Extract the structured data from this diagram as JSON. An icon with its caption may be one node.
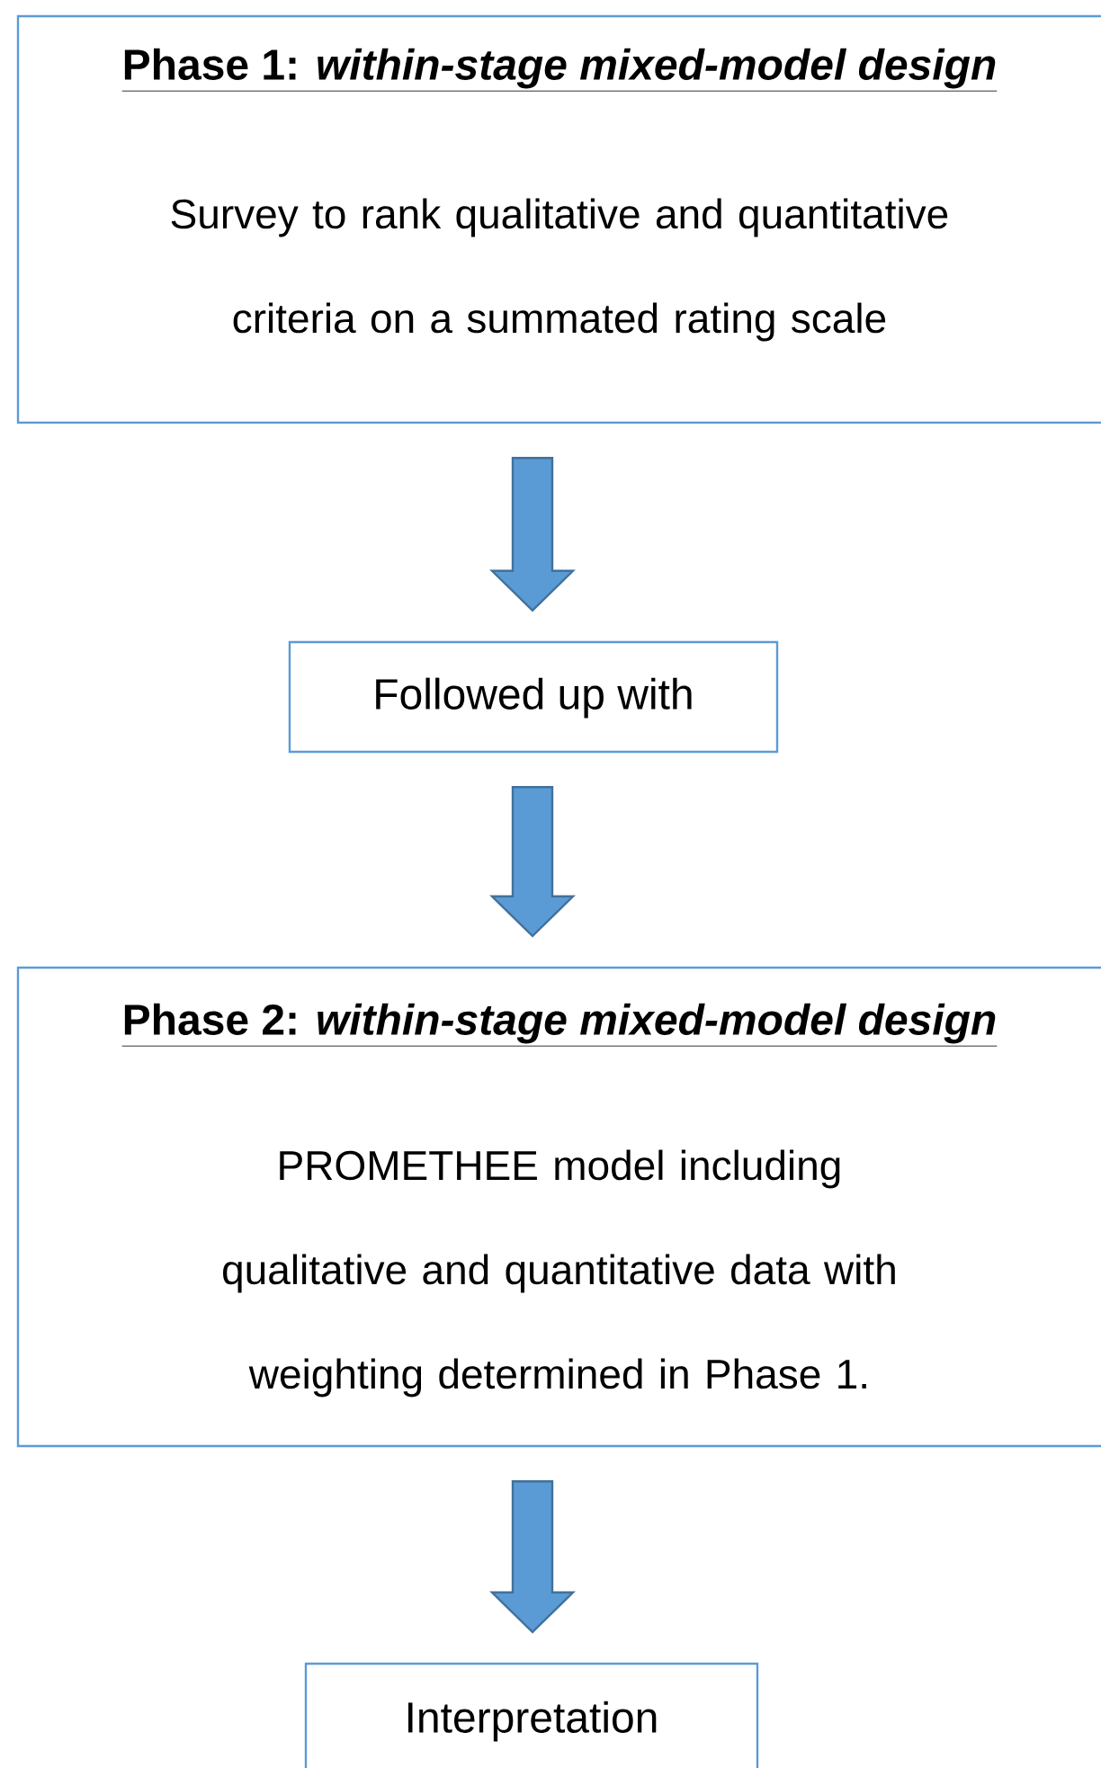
{
  "diagram": {
    "nodes": [
      {
        "text": [
          "Phase 1: *within-stage mixed-model design*",
          "Survey to rank qualitative and quantitative criteria on a summated rating scale"
        ]
      },
      {
        "text": [
          "Followed up with"
        ]
      },
      {
        "text": [
          "Phase 2: *within-stage mixed-model design*",
          "PROMETHEE model including qualitative and quantitative data with weighting determined in Phase 1."
        ]
      },
      {
        "text": [
          "Interpretation"
        ]
      }
    ],
    "edges": [
      {
        "from": 0,
        "to": 1,
        "arrow": "to"
      },
      {
        "from": 1,
        "to": 2,
        "arrow": "to"
      },
      {
        "from": 2,
        "to": 3,
        "arrow": "to"
      }
    ]
  }
}
